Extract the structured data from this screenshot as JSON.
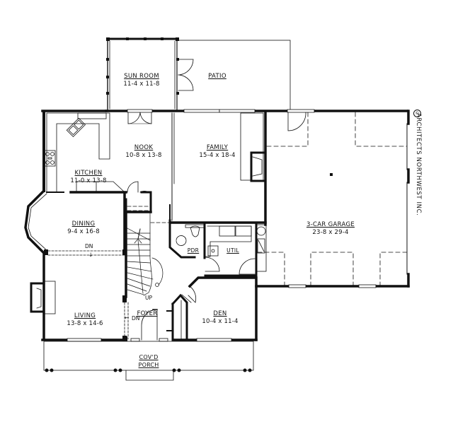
{
  "plan": {
    "credit": "ARCHITECTS NORTHWEST INC.",
    "credit_mark": "©",
    "rooms": [
      {
        "id": "sun-room",
        "name": "SUN ROOM",
        "dims": "11-4 x 11-8"
      },
      {
        "id": "patio",
        "name": "PATIO",
        "dims": ""
      },
      {
        "id": "nook",
        "name": "NOOK",
        "dims": "10-8 x 13-8"
      },
      {
        "id": "family",
        "name": "FAMILY",
        "dims": "15-4 x 18-4"
      },
      {
        "id": "kitchen",
        "name": "KITCHEN",
        "dims": "11-0 x 13-8"
      },
      {
        "id": "garage",
        "name": "3-CAR GARAGE",
        "dims": "23-8 x 29-4"
      },
      {
        "id": "dining",
        "name": "DINING",
        "dims": "9-4 x 16-8"
      },
      {
        "id": "pdr",
        "name": "PDR",
        "dims": ""
      },
      {
        "id": "util",
        "name": "UTIL",
        "dims": ""
      },
      {
        "id": "living",
        "name": "LIVING",
        "dims": "13-8 x 14-6"
      },
      {
        "id": "foyer",
        "name": "FOYER",
        "dims": ""
      },
      {
        "id": "den",
        "name": "DEN",
        "dims": "10-4 x 11-4"
      },
      {
        "id": "porch",
        "name": "COV'D",
        "dims": "PORCH"
      }
    ],
    "annotations": {
      "dining_dn": "DN",
      "stair_up": "UP",
      "living_dn": "DN"
    }
  }
}
